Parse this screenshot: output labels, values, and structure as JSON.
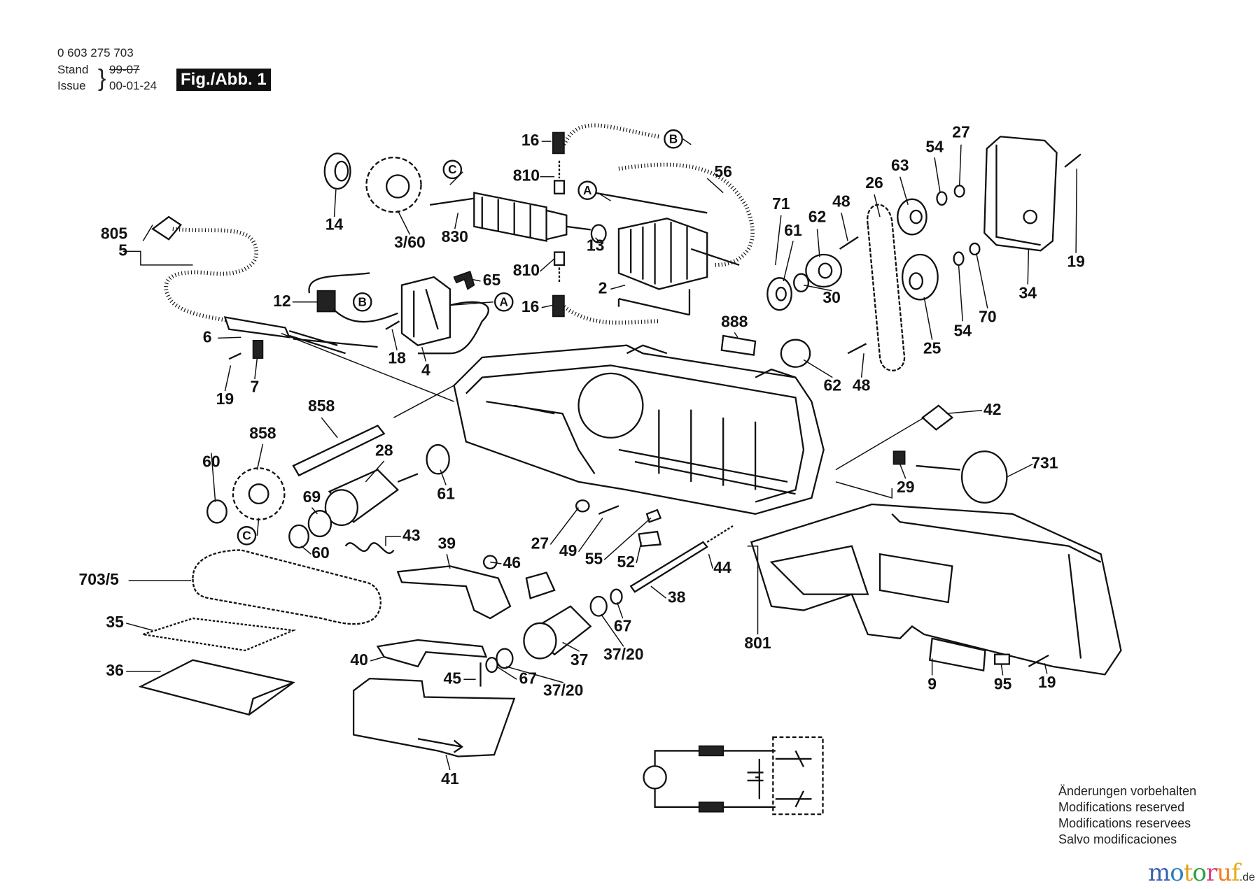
{
  "header": {
    "part_number": "0 603 275 703",
    "stand_label": "Stand",
    "issue_label": "Issue",
    "old_date_struck": "99-07",
    "date": "00-01-24",
    "figure_label": "Fig./Abb. 1"
  },
  "notes": [
    "Änderungen vorbehalten",
    "Modifications reserved",
    "Modifications reservees",
    "Salvo modificaciones"
  ],
  "logo": {
    "text": "motoruf",
    "suffix": ".de",
    "letter_colors": [
      "#3a5fb0",
      "#2a7fc0",
      "#e0a020",
      "#2aa040",
      "#e04080",
      "#f08020",
      "#e0b020"
    ]
  },
  "connector_marks": [
    "B",
    "C",
    "A",
    "B",
    "A",
    "C"
  ],
  "part_labels": [
    "16",
    "810",
    "56",
    "14",
    "3/60",
    "830",
    "13",
    "810",
    "16",
    "2",
    "71",
    "61",
    "62",
    "48",
    "26",
    "63",
    "54",
    "27",
    "30",
    "19",
    "34",
    "25",
    "54",
    "70",
    "888",
    "62",
    "48",
    "805",
    "5",
    "12",
    "65",
    "6",
    "18",
    "4",
    "19",
    "7",
    "42",
    "858",
    "858",
    "28",
    "60",
    "61",
    "69",
    "60",
    "731",
    "29",
    "43",
    "39",
    "46",
    "27",
    "49",
    "55",
    "52",
    "44",
    "38",
    "703/5",
    "35",
    "36",
    "67",
    "37/20",
    "37",
    "801",
    "9",
    "95",
    "19",
    "40",
    "45",
    "67",
    "37/20",
    "41"
  ]
}
